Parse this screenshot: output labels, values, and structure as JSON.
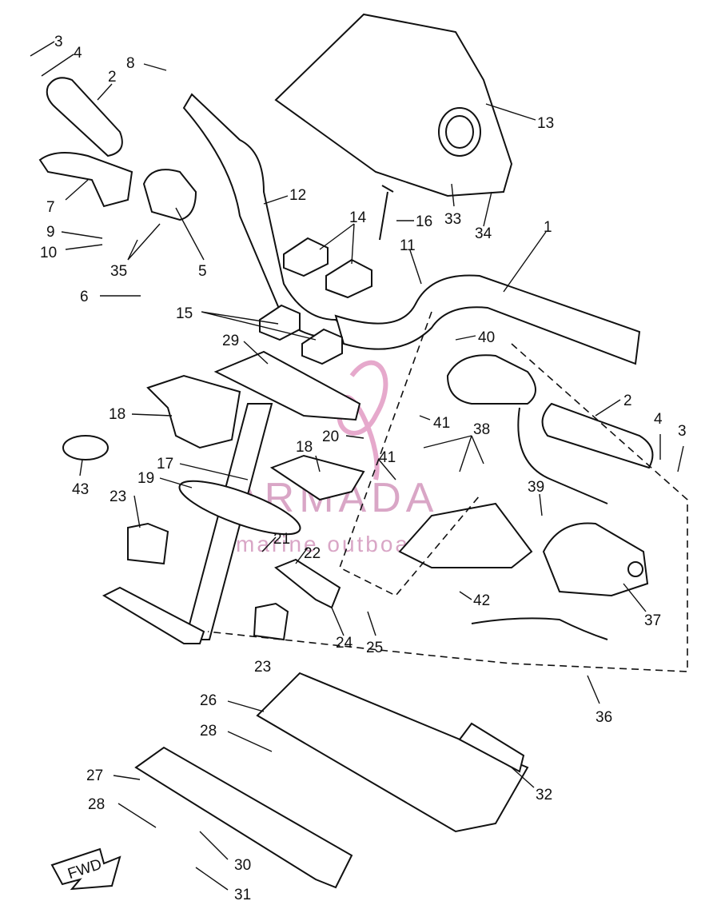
{
  "diagram": {
    "watermark": {
      "brand": "ARMADA",
      "tagline": "marine outboards"
    },
    "fwd_label": "FWD",
    "callouts": [
      "1",
      "2",
      "3",
      "4",
      "5",
      "6",
      "7",
      "8",
      "9",
      "10",
      "11",
      "12",
      "13",
      "14",
      "15",
      "16",
      "17",
      "18",
      "19",
      "20",
      "21",
      "22",
      "23",
      "24",
      "25",
      "26",
      "27",
      "28",
      "29",
      "30",
      "31",
      "32",
      "33",
      "34",
      "35",
      "36",
      "37",
      "38",
      "39",
      "40",
      "41",
      "42",
      "43"
    ],
    "extra_labels": {
      "c2b": "2",
      "c3b": "3",
      "c4b": "4",
      "c18b": "18",
      "c23b": "23",
      "c28b": "28",
      "c41b": "41"
    },
    "colors": {
      "ink": "#111111",
      "watermark": "#d9a6c6"
    }
  }
}
